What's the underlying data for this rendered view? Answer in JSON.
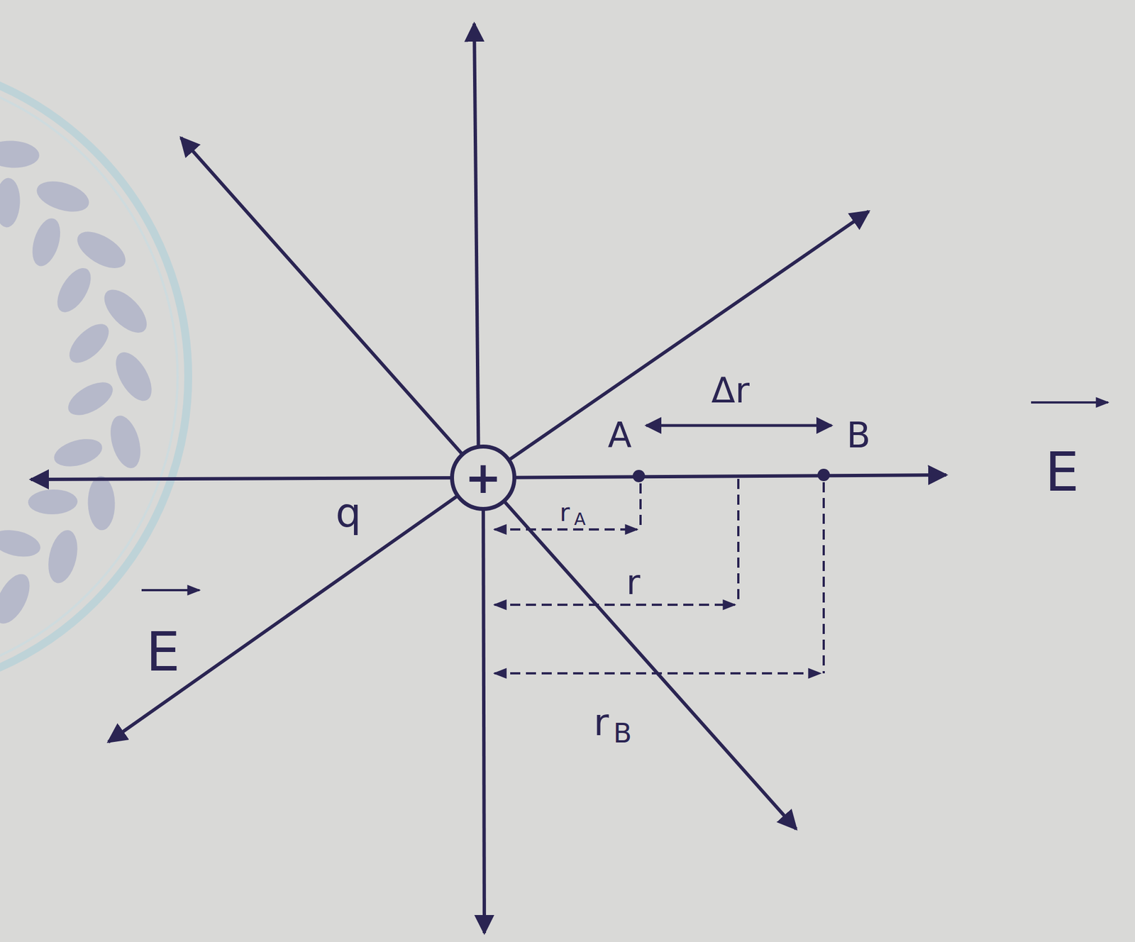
{
  "diagram": {
    "nodes": [
      {
        "text": [
          "+"
        ]
      }
    ],
    "labels": [
      "Δr",
      "A",
      "B",
      "E",
      "q",
      "r",
      "A",
      "r",
      "E",
      "r",
      "B"
    ]
  }
}
